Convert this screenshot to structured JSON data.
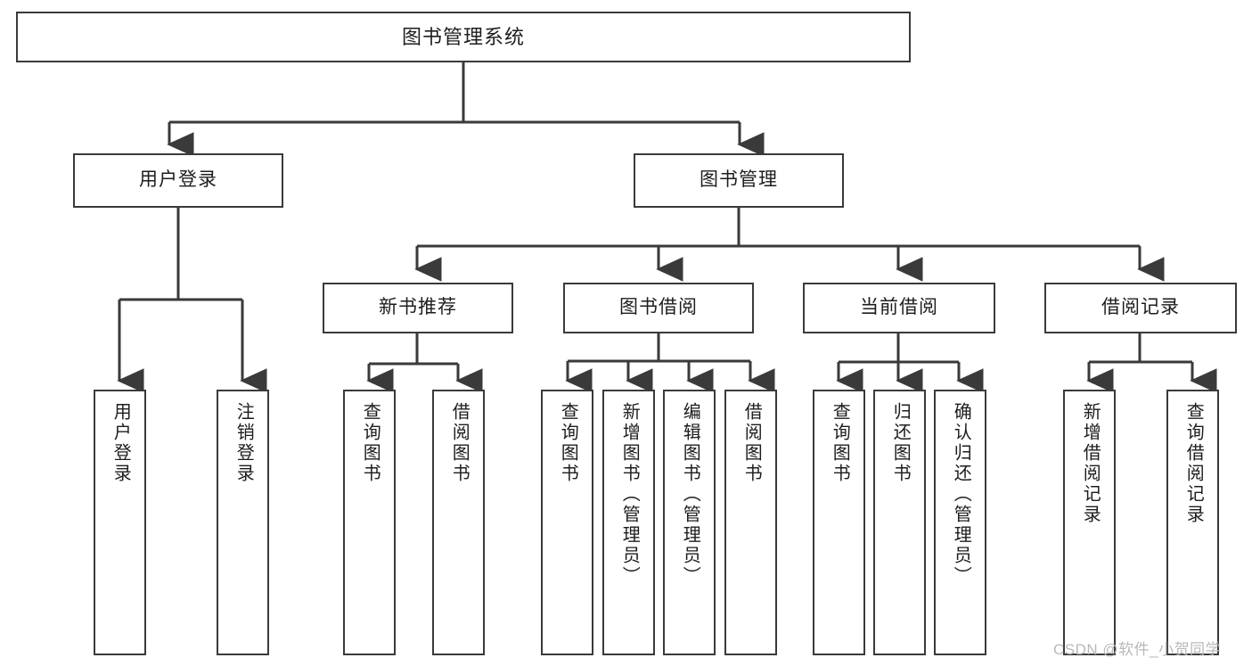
{
  "diagram": {
    "title": "图书管理系统",
    "watermark": "CSDN @软件_小贺同学",
    "type": "tree-hierarchy-chart",
    "levels": 4,
    "nodes": {
      "root": {
        "label": "图书管理系统"
      },
      "level2": [
        {
          "id": "user-login",
          "label": "用户登录"
        },
        {
          "id": "book-manage",
          "label": "图书管理"
        }
      ],
      "level3": [
        {
          "id": "new-book-recommend",
          "label": "新书推荐",
          "parent": "book-manage"
        },
        {
          "id": "book-borrow",
          "label": "图书借阅",
          "parent": "book-manage"
        },
        {
          "id": "current-borrow",
          "label": "当前借阅",
          "parent": "book-manage"
        },
        {
          "id": "borrow-record",
          "label": "借阅记录",
          "parent": "book-manage"
        }
      ],
      "leaves": {
        "user-login": [
          {
            "id": "leaf-user-login",
            "label": "用户登录"
          },
          {
            "id": "leaf-logout-login",
            "label": "注销登录"
          }
        ],
        "new-book-recommend": [
          {
            "id": "leaf-query-book-1",
            "label": "查询图书"
          },
          {
            "id": "leaf-borrow-book-1",
            "label": "借阅图书"
          }
        ],
        "book-borrow": [
          {
            "id": "leaf-query-book-2",
            "label": "查询图书"
          },
          {
            "id": "leaf-add-book",
            "label": "新增图书（管理员）"
          },
          {
            "id": "leaf-edit-book",
            "label": "编辑图书（管理员）"
          },
          {
            "id": "leaf-borrow-book-2",
            "label": "借阅图书"
          }
        ],
        "current-borrow": [
          {
            "id": "leaf-query-book-3",
            "label": "查询图书"
          },
          {
            "id": "leaf-return-book",
            "label": "归还图书"
          },
          {
            "id": "leaf-confirm-return",
            "label": "确认归还（管理员）"
          }
        ],
        "borrow-record": [
          {
            "id": "leaf-add-record",
            "label": "新增借阅记录"
          },
          {
            "id": "leaf-query-record",
            "label": "查询借阅记录"
          }
        ]
      }
    },
    "colors": {
      "background": "#ffffff",
      "box_border": "#3a3a3a",
      "box_fill": "#ffffff",
      "text": "#1d1d1d",
      "connector": "#3a3a3a",
      "watermark": "#b9b9b9"
    }
  }
}
